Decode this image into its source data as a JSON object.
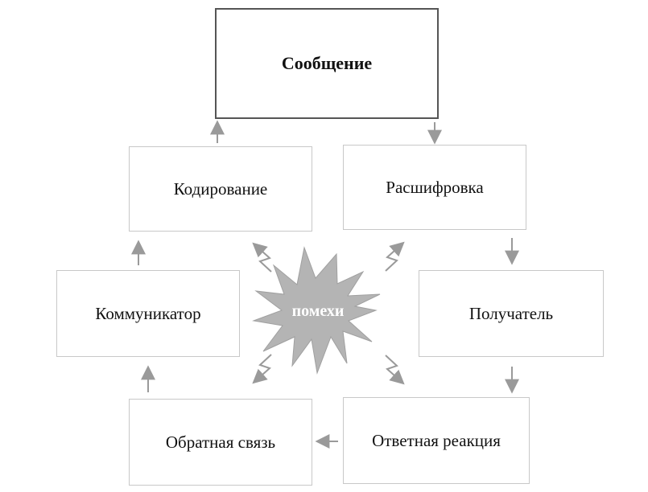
{
  "nodes": {
    "message": "Сообщение",
    "encoding": "Кодирование",
    "decoding": "Расшифровка",
    "communicator": "Коммуникатор",
    "receiver": "Получатель",
    "feedback": "Обратная связь",
    "response": "Ответная реакция"
  },
  "noise": "помехи",
  "colors": {
    "arrow": "#9a9a9a",
    "noise_fill": "#b4b4b4",
    "box_border": "#c8c8c8",
    "main_border": "#555555"
  }
}
